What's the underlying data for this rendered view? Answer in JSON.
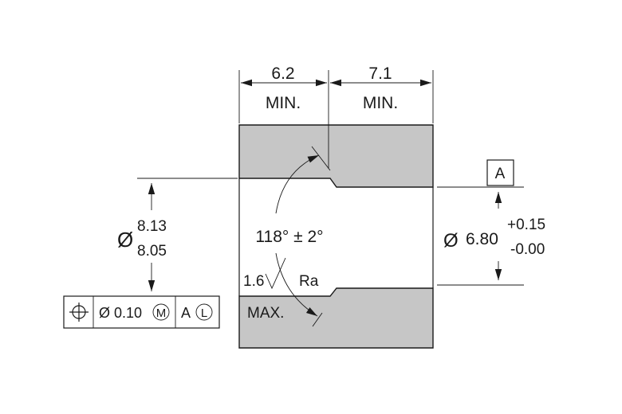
{
  "colors": {
    "part_fill": "#c6c6c6",
    "line": "#1a1a1a",
    "background": "#ffffff"
  },
  "dimensions": {
    "left_length": {
      "value": "6.2",
      "note": "MIN."
    },
    "right_length": {
      "value": "7.1",
      "note": "MIN."
    },
    "outer_diameter": {
      "symbol": "Ø",
      "upper": "8.13",
      "lower": "8.05"
    },
    "bore_diameter": {
      "symbol": "Ø",
      "value": "6.80",
      "plus": "+0.15",
      "minus": "-0.00"
    },
    "chamfer_angle": "118° ± 2°"
  },
  "surface_finish": {
    "value": "1.6",
    "param": "Ra",
    "note": "MAX."
  },
  "datum": {
    "label": "A"
  },
  "feature_control_frame": {
    "symbol": "position-icon",
    "tolerance": "Ø 0.10",
    "material_modifier": "M",
    "datum": "A",
    "datum_modifier": "L"
  }
}
